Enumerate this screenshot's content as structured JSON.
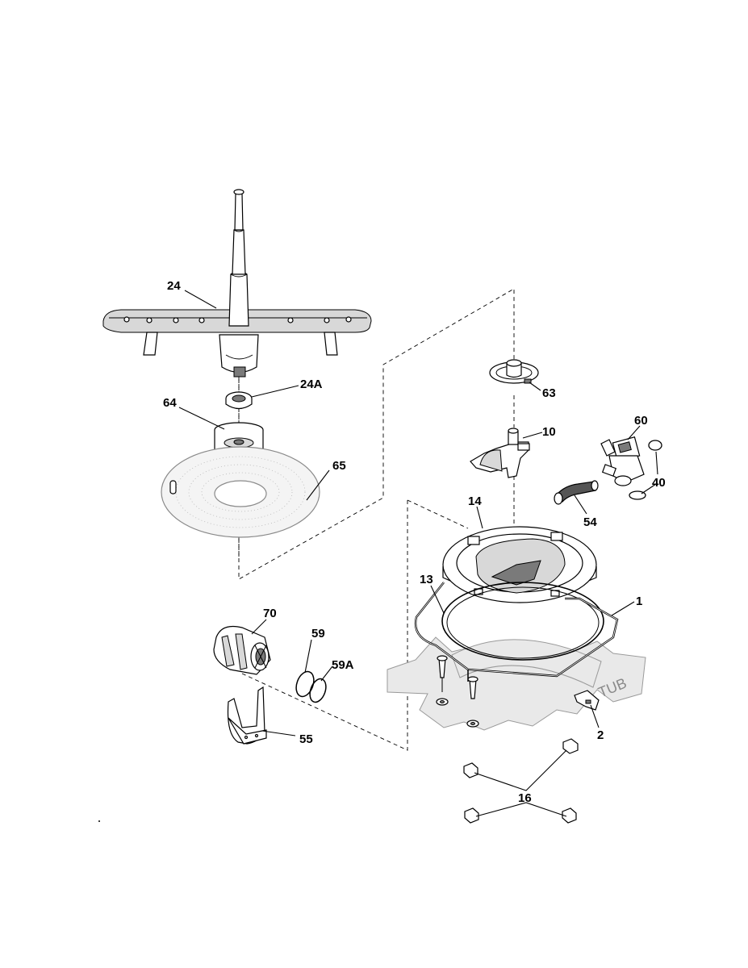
{
  "labels": {
    "p24": "24",
    "p24A": "24A",
    "p64": "64",
    "p65": "65",
    "p63": "63",
    "p10": "10",
    "p60": "60",
    "p40": "40",
    "p54": "54",
    "p14": "14",
    "p13": "13",
    "p1": "1",
    "p70": "70",
    "p59": "59",
    "p59A": "59A",
    "p55": "55",
    "p2": "2",
    "p16": "16"
  },
  "tub_text": "TUB"
}
